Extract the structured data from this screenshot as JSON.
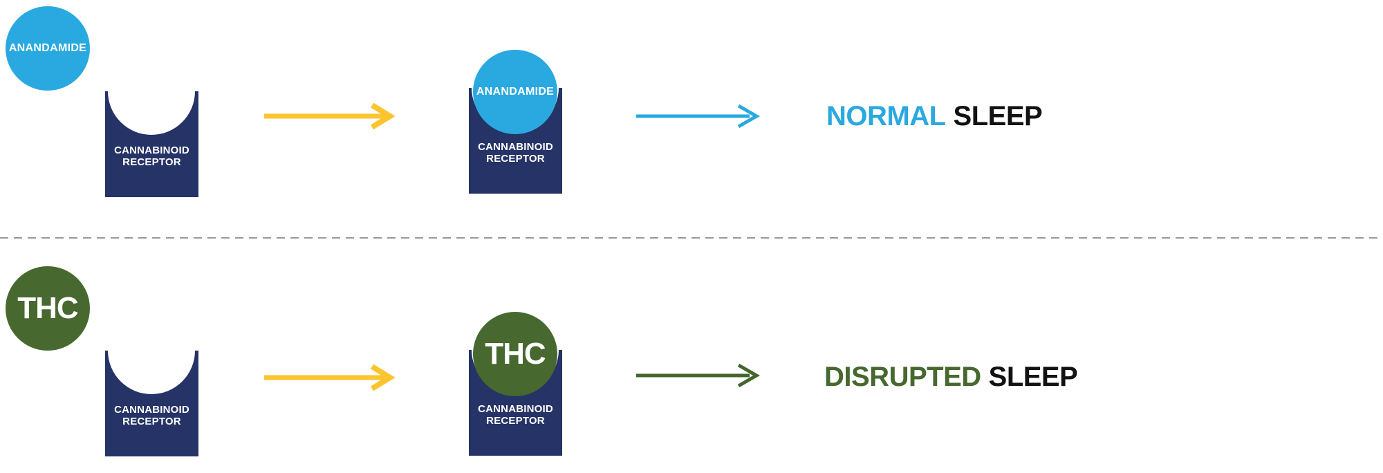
{
  "diagram": {
    "rows": [
      {
        "ligand": "ANANDAMIDE",
        "receptor": [
          "CANNABINOID",
          "RECEPTOR"
        ],
        "result_highlight": "NORMAL",
        "result_rest": "SLEEP"
      },
      {
        "ligand": "THC",
        "receptor": [
          "CANNABINOID",
          "RECEPTOR"
        ],
        "result_highlight": "DISRUPTED",
        "result_rest": "SLEEP"
      }
    ]
  },
  "colors": {
    "anandamide_blue": "#29A9E0",
    "thc_green": "#47682F",
    "receptor_navy": "#253367",
    "binding_arrow_yellow": "#FCC52F",
    "result_arrow_blue": "#29A9E0",
    "result_arrow_green": "#44662C",
    "sleep_text": "#121212",
    "divider_gray": "#999999"
  },
  "icons": {
    "binding_arrow": "→",
    "result_arrow": "→"
  }
}
